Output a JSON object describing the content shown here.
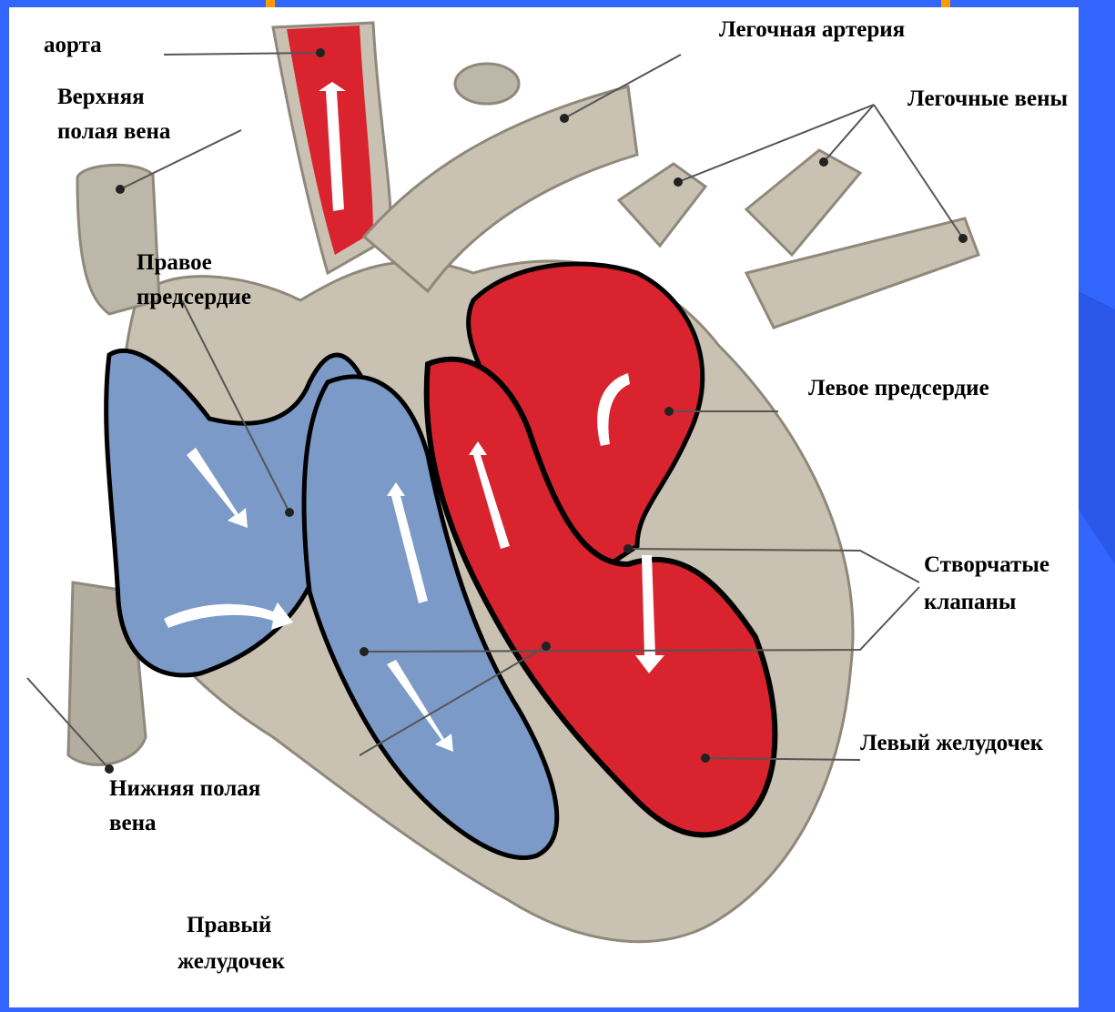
{
  "labels": {
    "aorta": "аорта",
    "svc_line1": "Верхняя",
    "svc_line2": "полая вена",
    "pulm_artery": "Легочная артерия",
    "pulm_veins": "Легочные вены",
    "right_atrium_line1": "Правое",
    "right_atrium_line2": "предсердие",
    "left_atrium": "Левое предсердие",
    "valves_line1": "Створчатые",
    "valves_line2": "клапаны",
    "left_ventricle": "Левый желудочек",
    "ivc_line1": "Нижняя полая",
    "ivc_line2": "вена",
    "right_ventricle_line1": "Правый",
    "right_ventricle_line2": "желудочек"
  },
  "colors": {
    "slide_background": "#3366ff",
    "panel": "#ffffff",
    "oxygenated_blood": "#d9232e",
    "deoxygenated_blood": "#7b9ac8",
    "heart_wall": "#c9c2b2",
    "accent_orange": "#ff9900"
  }
}
